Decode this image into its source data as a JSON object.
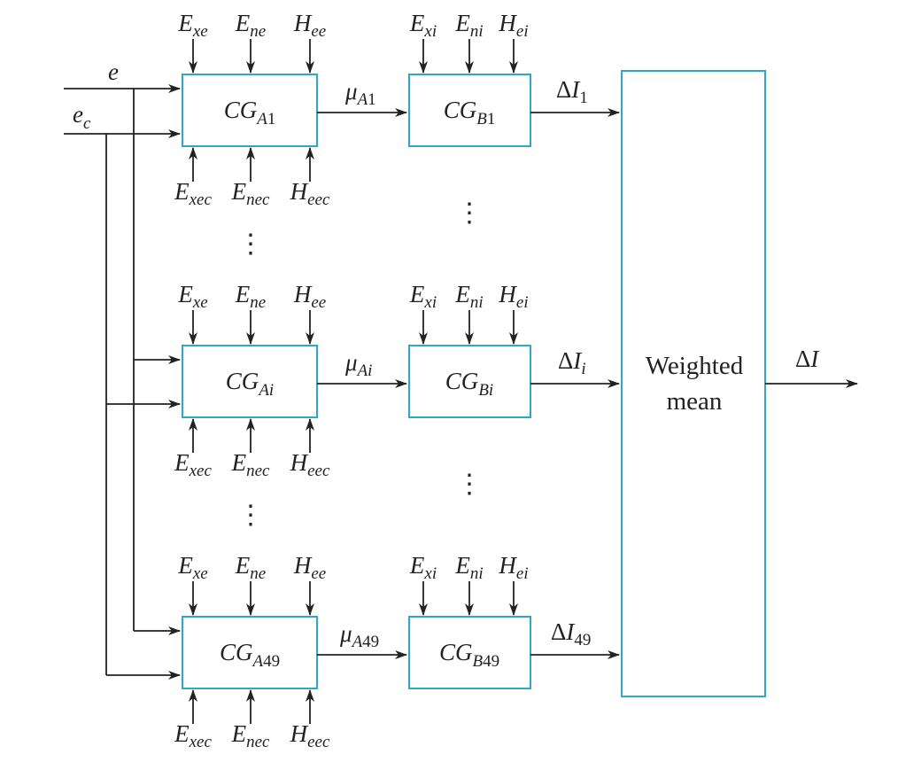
{
  "inputs": {
    "e": {
      "base": "e",
      "sub": ""
    },
    "ec": {
      "base": "e",
      "sub": "c"
    }
  },
  "top_params_a": [
    {
      "base": "E",
      "sub": "xe"
    },
    {
      "base": "E",
      "sub": "ne"
    },
    {
      "base": "H",
      "sub": "ee"
    }
  ],
  "bottom_params_a": [
    {
      "base": "E",
      "sub": "xec"
    },
    {
      "base": "E",
      "sub": "nec"
    },
    {
      "base": "H",
      "sub": "eec"
    }
  ],
  "top_params_b": [
    {
      "base": "E",
      "sub": "xi"
    },
    {
      "base": "E",
      "sub": "ni"
    },
    {
      "base": "H",
      "sub": "ei"
    }
  ],
  "rows": [
    {
      "a_block": {
        "base": "CG",
        "sub_i": "A",
        "sub_n": "1"
      },
      "mu": {
        "base": "μ",
        "sub_i": "A",
        "sub_n": "1"
      },
      "b_block": {
        "base": "CG",
        "sub_i": "B",
        "sub_n": "1"
      },
      "delta": {
        "d": "Δ",
        "base": "I",
        "sub_n": "1",
        "sub_i": ""
      }
    },
    {
      "a_block": {
        "base": "CG",
        "sub_i": "Ai",
        "sub_n": ""
      },
      "mu": {
        "base": "μ",
        "sub_i": "Ai",
        "sub_n": ""
      },
      "b_block": {
        "base": "CG",
        "sub_i": "Bi",
        "sub_n": ""
      },
      "delta": {
        "d": "Δ",
        "base": "I",
        "sub_n": "",
        "sub_i": "i"
      }
    },
    {
      "a_block": {
        "base": "CG",
        "sub_i": "A",
        "sub_n": "49"
      },
      "mu": {
        "base": "μ",
        "sub_i": "A",
        "sub_n": "49"
      },
      "b_block": {
        "base": "CG",
        "sub_i": "B",
        "sub_n": "49"
      },
      "delta": {
        "d": "Δ",
        "base": "I",
        "sub_n": "49",
        "sub_i": ""
      }
    }
  ],
  "aggregator": {
    "line1": "Weighted",
    "line2": "mean"
  },
  "output": {
    "d": "Δ",
    "base": "I"
  },
  "ellipsis": "⋮"
}
